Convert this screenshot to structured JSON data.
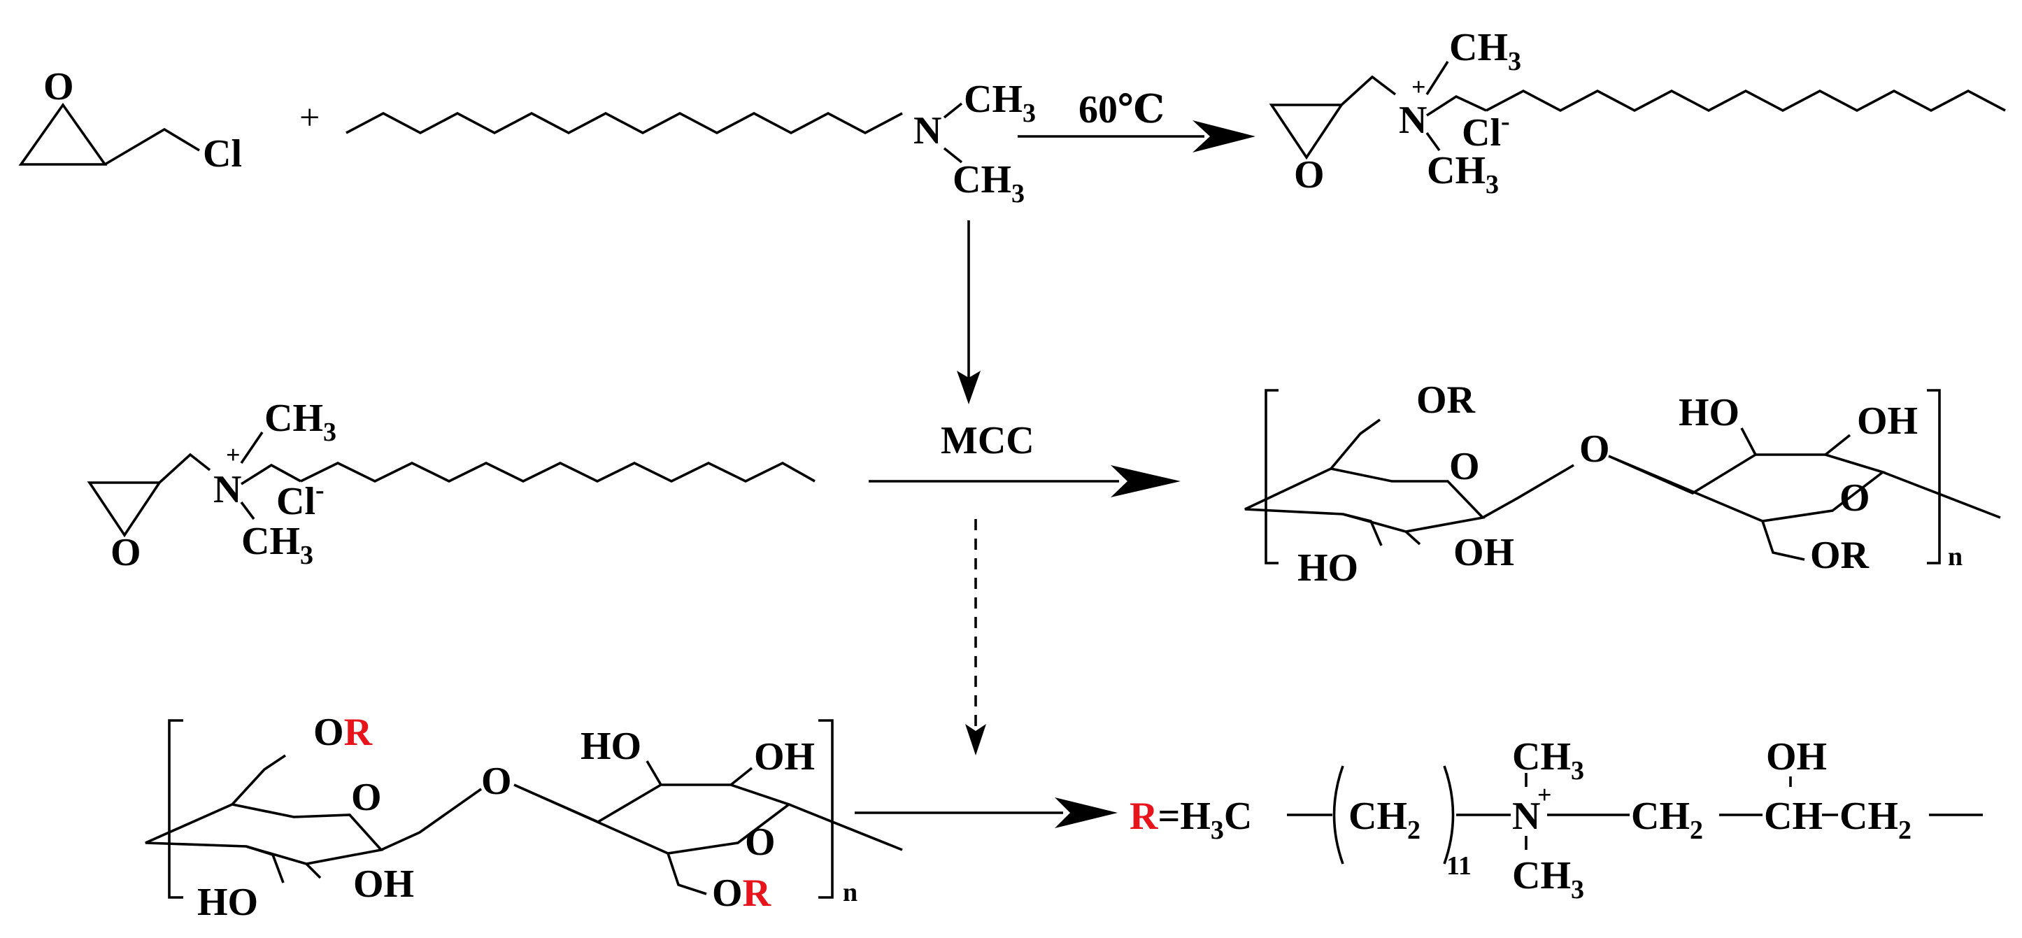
{
  "reaction_scheme": {
    "reactant_1": {
      "epoxide_o": "O",
      "chloride": "Cl"
    },
    "plus_sign": "+",
    "amine": {
      "n": "N",
      "ch": "CH",
      "sub3": "3"
    },
    "step_1": {
      "condition": "60℃"
    },
    "quat_salt": {
      "n": "N",
      "plus": "+",
      "ch": "CH",
      "sub3": "3",
      "cl": "Cl",
      "minus": "-",
      "o": "O"
    },
    "step_2": {
      "reagent": "MCC"
    },
    "cellulose_top": {
      "or": "OR",
      "ho": "HO",
      "oh": "OH",
      "o": "O",
      "n": "n"
    },
    "cellulose_bottom": {
      "o": "O",
      "r": "R",
      "ho": "HO",
      "oh": "OH",
      "n": "n"
    },
    "r_definition": {
      "r": "R",
      "eq_h": "=H",
      "sub3": "3",
      "c": "C",
      "ch": "CH",
      "sub2": "2",
      "sub11": "11",
      "n": "N",
      "plus": "+",
      "ch_middle": "CH",
      "oh": "OH"
    },
    "colors": {
      "highlight": "#e8141c",
      "ink": "#000000",
      "plus_sign": "#6a2c8e"
    }
  }
}
